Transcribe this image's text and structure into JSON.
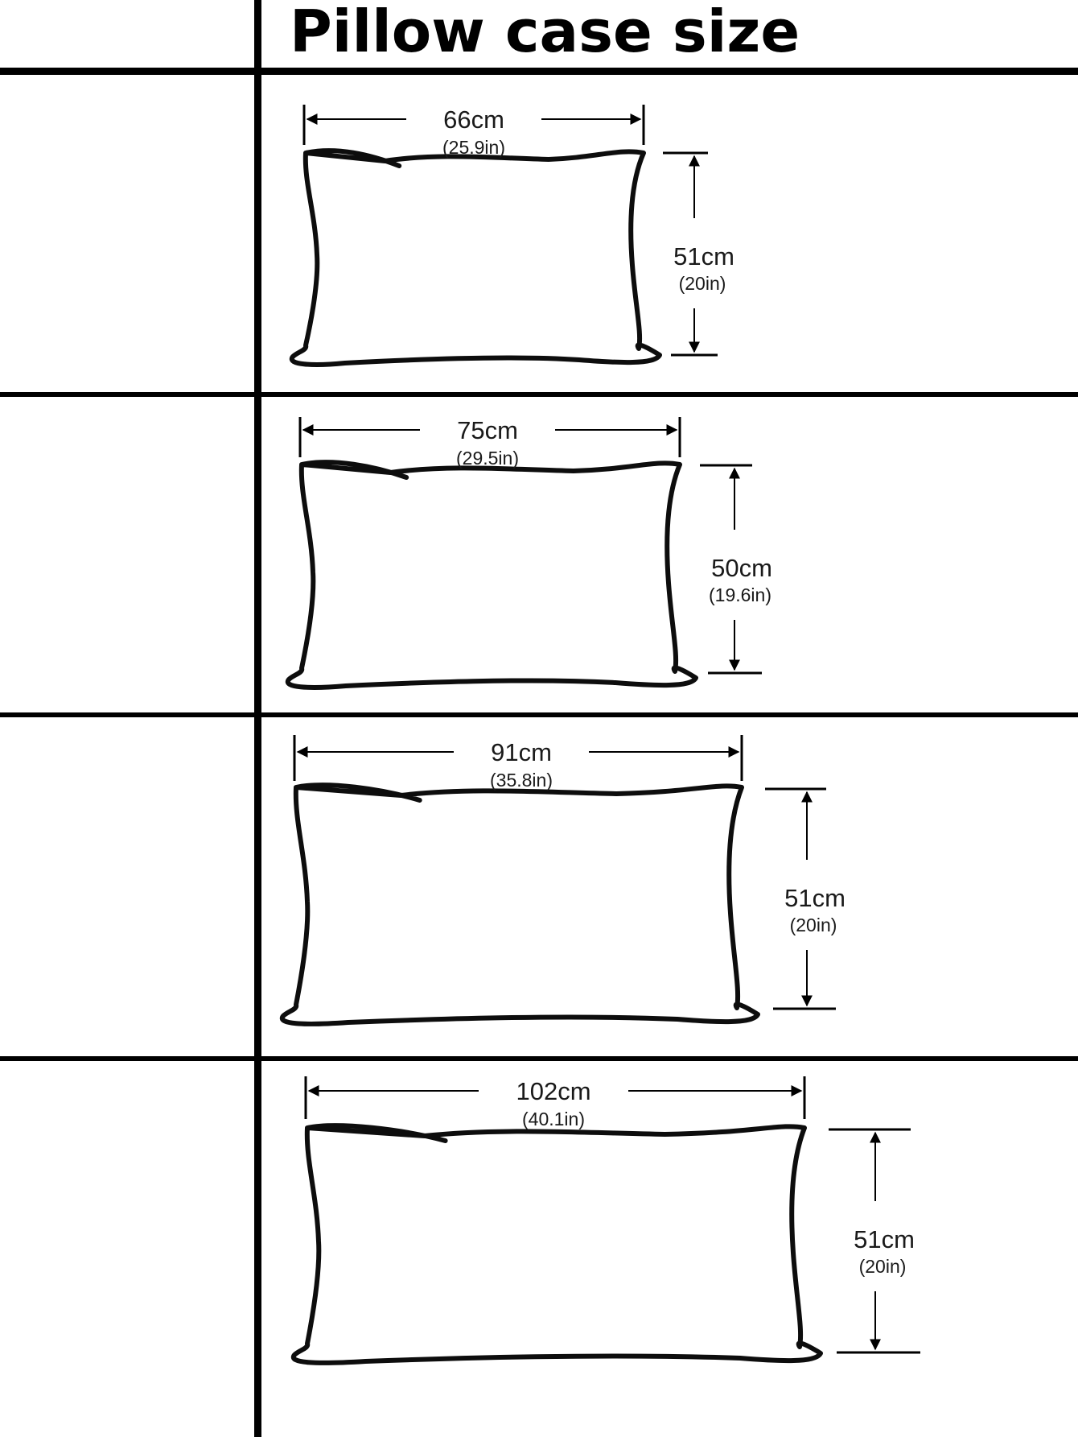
{
  "title": "Pillow case size",
  "colors": {
    "ink": "#000000",
    "outline": "#0d0d0d",
    "background": "#ffffff"
  },
  "pillows": [
    {
      "width": {
        "cm": "66cm",
        "in": "(25.9in)"
      },
      "height": {
        "cm": "51cm",
        "in": "(20in)"
      }
    },
    {
      "width": {
        "cm": "75cm",
        "in": "(29.5in)"
      },
      "height": {
        "cm": "50cm",
        "in": "(19.6in)"
      }
    },
    {
      "width": {
        "cm": "91cm",
        "in": "(35.8in)"
      },
      "height": {
        "cm": "51cm",
        "in": "(20in)"
      }
    },
    {
      "width": {
        "cm": "102cm",
        "in": "(40.1in)"
      },
      "height": {
        "cm": "51cm",
        "in": "(20in)"
      }
    }
  ]
}
